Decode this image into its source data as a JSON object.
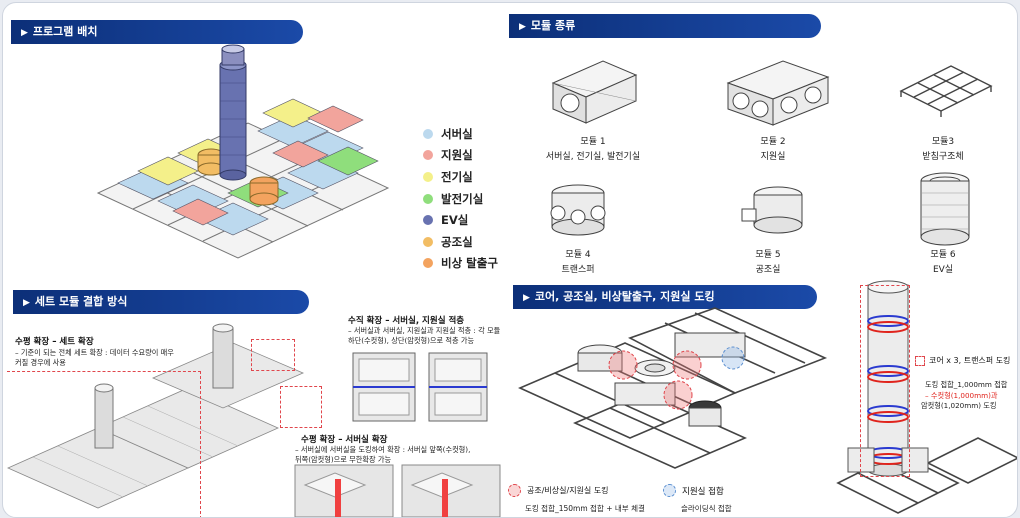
{
  "headers": {
    "program_layout": "프로그램 배치",
    "module_types": "모듈 종류",
    "set_combination": "세트 모듈 결합 방식",
    "docking": "코어, 공조실, 비상탈출구, 지원실 도킹"
  },
  "header_marker": "▶",
  "legend": [
    {
      "label": "서버실",
      "color": "#bcd9ee"
    },
    {
      "label": "지원실",
      "color": "#f2a49c"
    },
    {
      "label": "전기실",
      "color": "#f4f08a"
    },
    {
      "label": "발전기실",
      "color": "#8fde7c"
    },
    {
      "label": "EV실",
      "color": "#6872b0"
    },
    {
      "label": "공조실",
      "color": "#f2bd64"
    },
    {
      "label": "비상 탈출구",
      "color": "#f3a35f"
    }
  ],
  "modules": [
    {
      "name": "모듈 1",
      "desc": "서버실, 전기실, 발전기실"
    },
    {
      "name": "모듈 2",
      "desc": "지원실"
    },
    {
      "name": "모듈3",
      "desc": "받침구조체"
    },
    {
      "name": "모듈 4",
      "desc": "트랜스퍼"
    },
    {
      "name": "모듈 5",
      "desc": "공조실"
    },
    {
      "name": "모듈 6",
      "desc": "EV실"
    }
  ],
  "vertical_ext": {
    "title": "수직 확장 – 서버실, 지원실 적층",
    "desc_line1": "–  서버실과 서버실, 지원실과 지원실 적층 : 각 모듈",
    "desc_line2": "하단(수컷형), 상단(암컷형)으로 적층 가능"
  },
  "horizontal_set": {
    "title": "수평 확장 – 세트 확장",
    "desc_line1": "–  기준이 되는 전체 세트 확장 : 데이터 수요량이 매우",
    "desc_line2": "커질 경우에 사용"
  },
  "horizontal_server": {
    "title": "수평 확장 – 서버실 확장",
    "desc_line1": "–  서버실에 서버실을 도킹하여 확장 : 서버실 앞쪽(수컷형),",
    "desc_line2": "뒤쪽(암컷형)으로 무한확장 가능"
  },
  "docking": {
    "legend_pink": "공조/비상실/지원실 도킹",
    "legend_blue": "지원실 접합",
    "core_label": "코어 x 3, 트랜스퍼 도킹",
    "docking_join": "도킹 접합_1,000mm 접합",
    "male": "– 수컷형(1,000mm)과",
    "female": "암컷형(1,020mm) 도킹",
    "bottom_left": "도킹 접합_150mm 접합 + 내부 체결",
    "bottom_right": "슬라이딩식 접합"
  }
}
